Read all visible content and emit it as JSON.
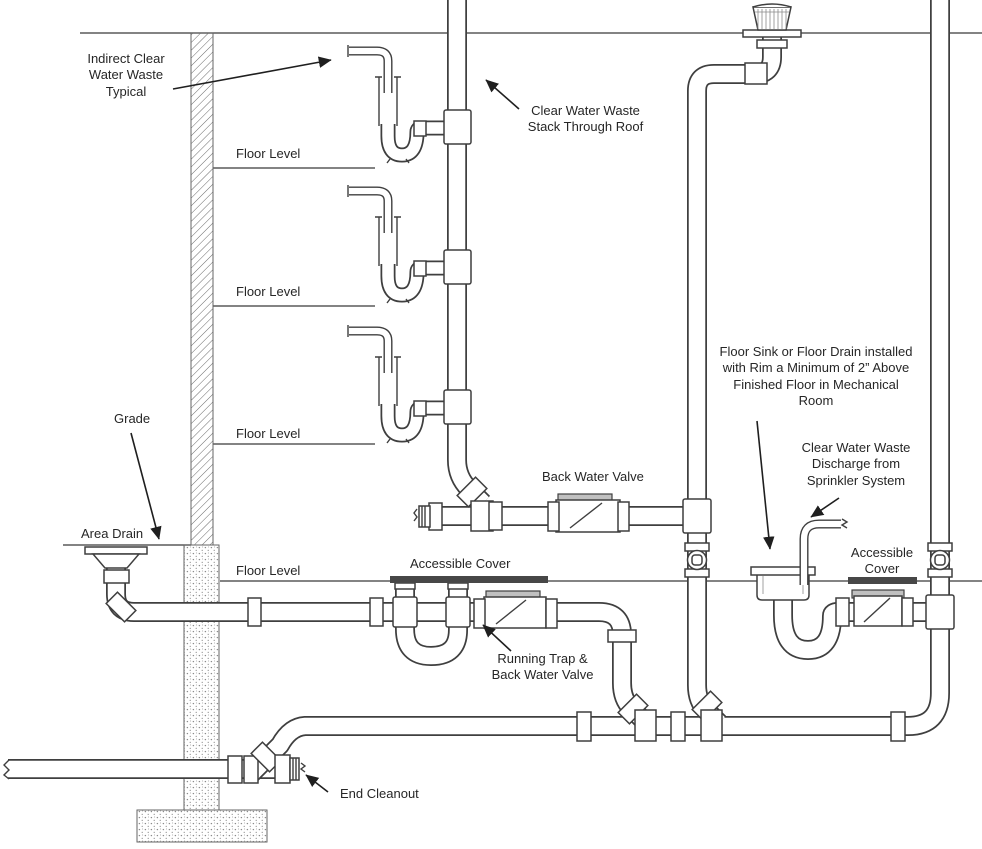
{
  "diagram": {
    "labels": {
      "indirect_waste": "Indirect Clear\nWater Waste\nTypical",
      "floor_levels": [
        "Floor Level",
        "Floor Level",
        "Floor Level",
        "Floor Level"
      ],
      "stack_through_roof": "Clear Water Waste\nStack Through Roof",
      "back_water_valve": "Back Water Valve",
      "grade": "Grade",
      "area_drain": "Area Drain",
      "accessible_cover_left": "Accessible Cover",
      "running_trap_note": "Running Trap &\nBack Water Valve",
      "floor_sink_note": "Floor Sink or Floor Drain installed\nwith Rim a Minimum of 2” Above\nFinished Floor in Mechanical\nRoom",
      "sprinkler_discharge_note": "Clear Water Waste\nDischarge from\nSprinkler System",
      "accessible_cover_right": "Accessible\nCover",
      "end_cleanout": "End Cleanout"
    },
    "colors": {
      "line": "#3f3f3f",
      "thin_line": "#5a5a5a",
      "label_text": "#262626",
      "cover_bar": "#474747",
      "valve_plate": "#c0c0c0",
      "background": "#ffffff"
    }
  }
}
